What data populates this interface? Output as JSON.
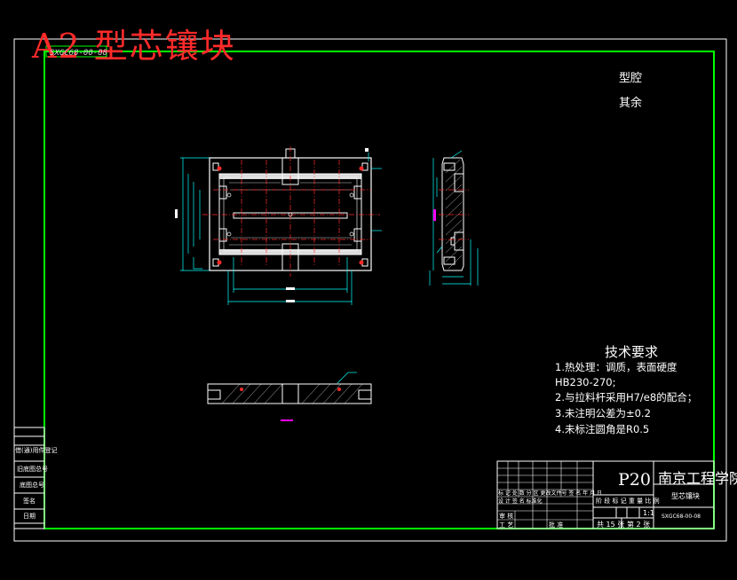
{
  "title": {
    "sheet_title": "A2 型芯镶块",
    "drawing_number": "SXGC68-00-08"
  },
  "roughness_note": {
    "line1": "型腔",
    "line2": "其余"
  },
  "technical_requirements": {
    "heading": "技术要求",
    "items": [
      "1.热处理：调质，表面硬度",
      "HB230-270;",
      "2.与拉料杆采用H7/e8的配合；",
      "3.未注明公差为±0.2",
      "4.未标注圆角是R0.5"
    ]
  },
  "title_block": {
    "page_code": "P20",
    "school": "南京工程学院",
    "part_name": "型芯镶块",
    "drawing_code": "SXGC68-00-08",
    "scale": "1:1",
    "sheets": "共 15 张",
    "sheet_no": "第 2 张",
    "header_row": "标 记  处 数   分 区  更改文件号  签 名  年 月 日",
    "design_row": "设 计   签 名  标准化",
    "columns": "阶 段 标 记  重 量  比 例",
    "review": "审 核",
    "process": "工 艺",
    "approve": "批 准"
  },
  "side_column": {
    "items": [
      "借(通)用件登记",
      "旧底图总号",
      "底图总号",
      "签名",
      "日期"
    ]
  },
  "colors": {
    "frame_green": "#00ff00",
    "line_white": "#ffffff",
    "part_cyan": "#00ffff",
    "accent_red": "#ff2a2a",
    "accent_magenta": "#ff00ff"
  }
}
